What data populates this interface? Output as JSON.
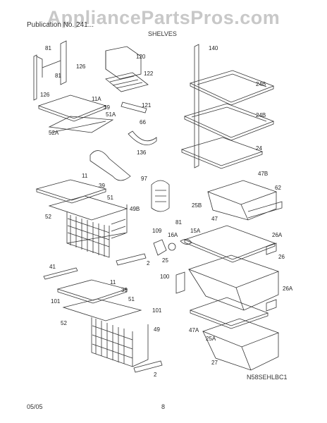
{
  "watermark": "AppliancePartsPros.com",
  "header": {
    "model": "Publication No. 241...",
    "section": "SHELVES"
  },
  "footer": {
    "date": "05/05",
    "page": "8"
  },
  "diagram_code": "N58SEHLBC1",
  "callouts": [
    "81",
    "126",
    "120",
    "122",
    "140",
    "81",
    "126",
    "11A",
    "39",
    "51A",
    "121",
    "24B",
    "52A",
    "66",
    "24B",
    "136",
    "24",
    "97",
    "47B",
    "11",
    "39",
    "62",
    "51",
    "49B",
    "25B",
    "52",
    "81",
    "109",
    "16A",
    "15A",
    "47",
    "26A",
    "25",
    "2",
    "26",
    "41",
    "100",
    "11",
    "39",
    "26A",
    "101",
    "51",
    "101",
    "52",
    "47A",
    "49",
    "25A",
    "27",
    "2"
  ]
}
